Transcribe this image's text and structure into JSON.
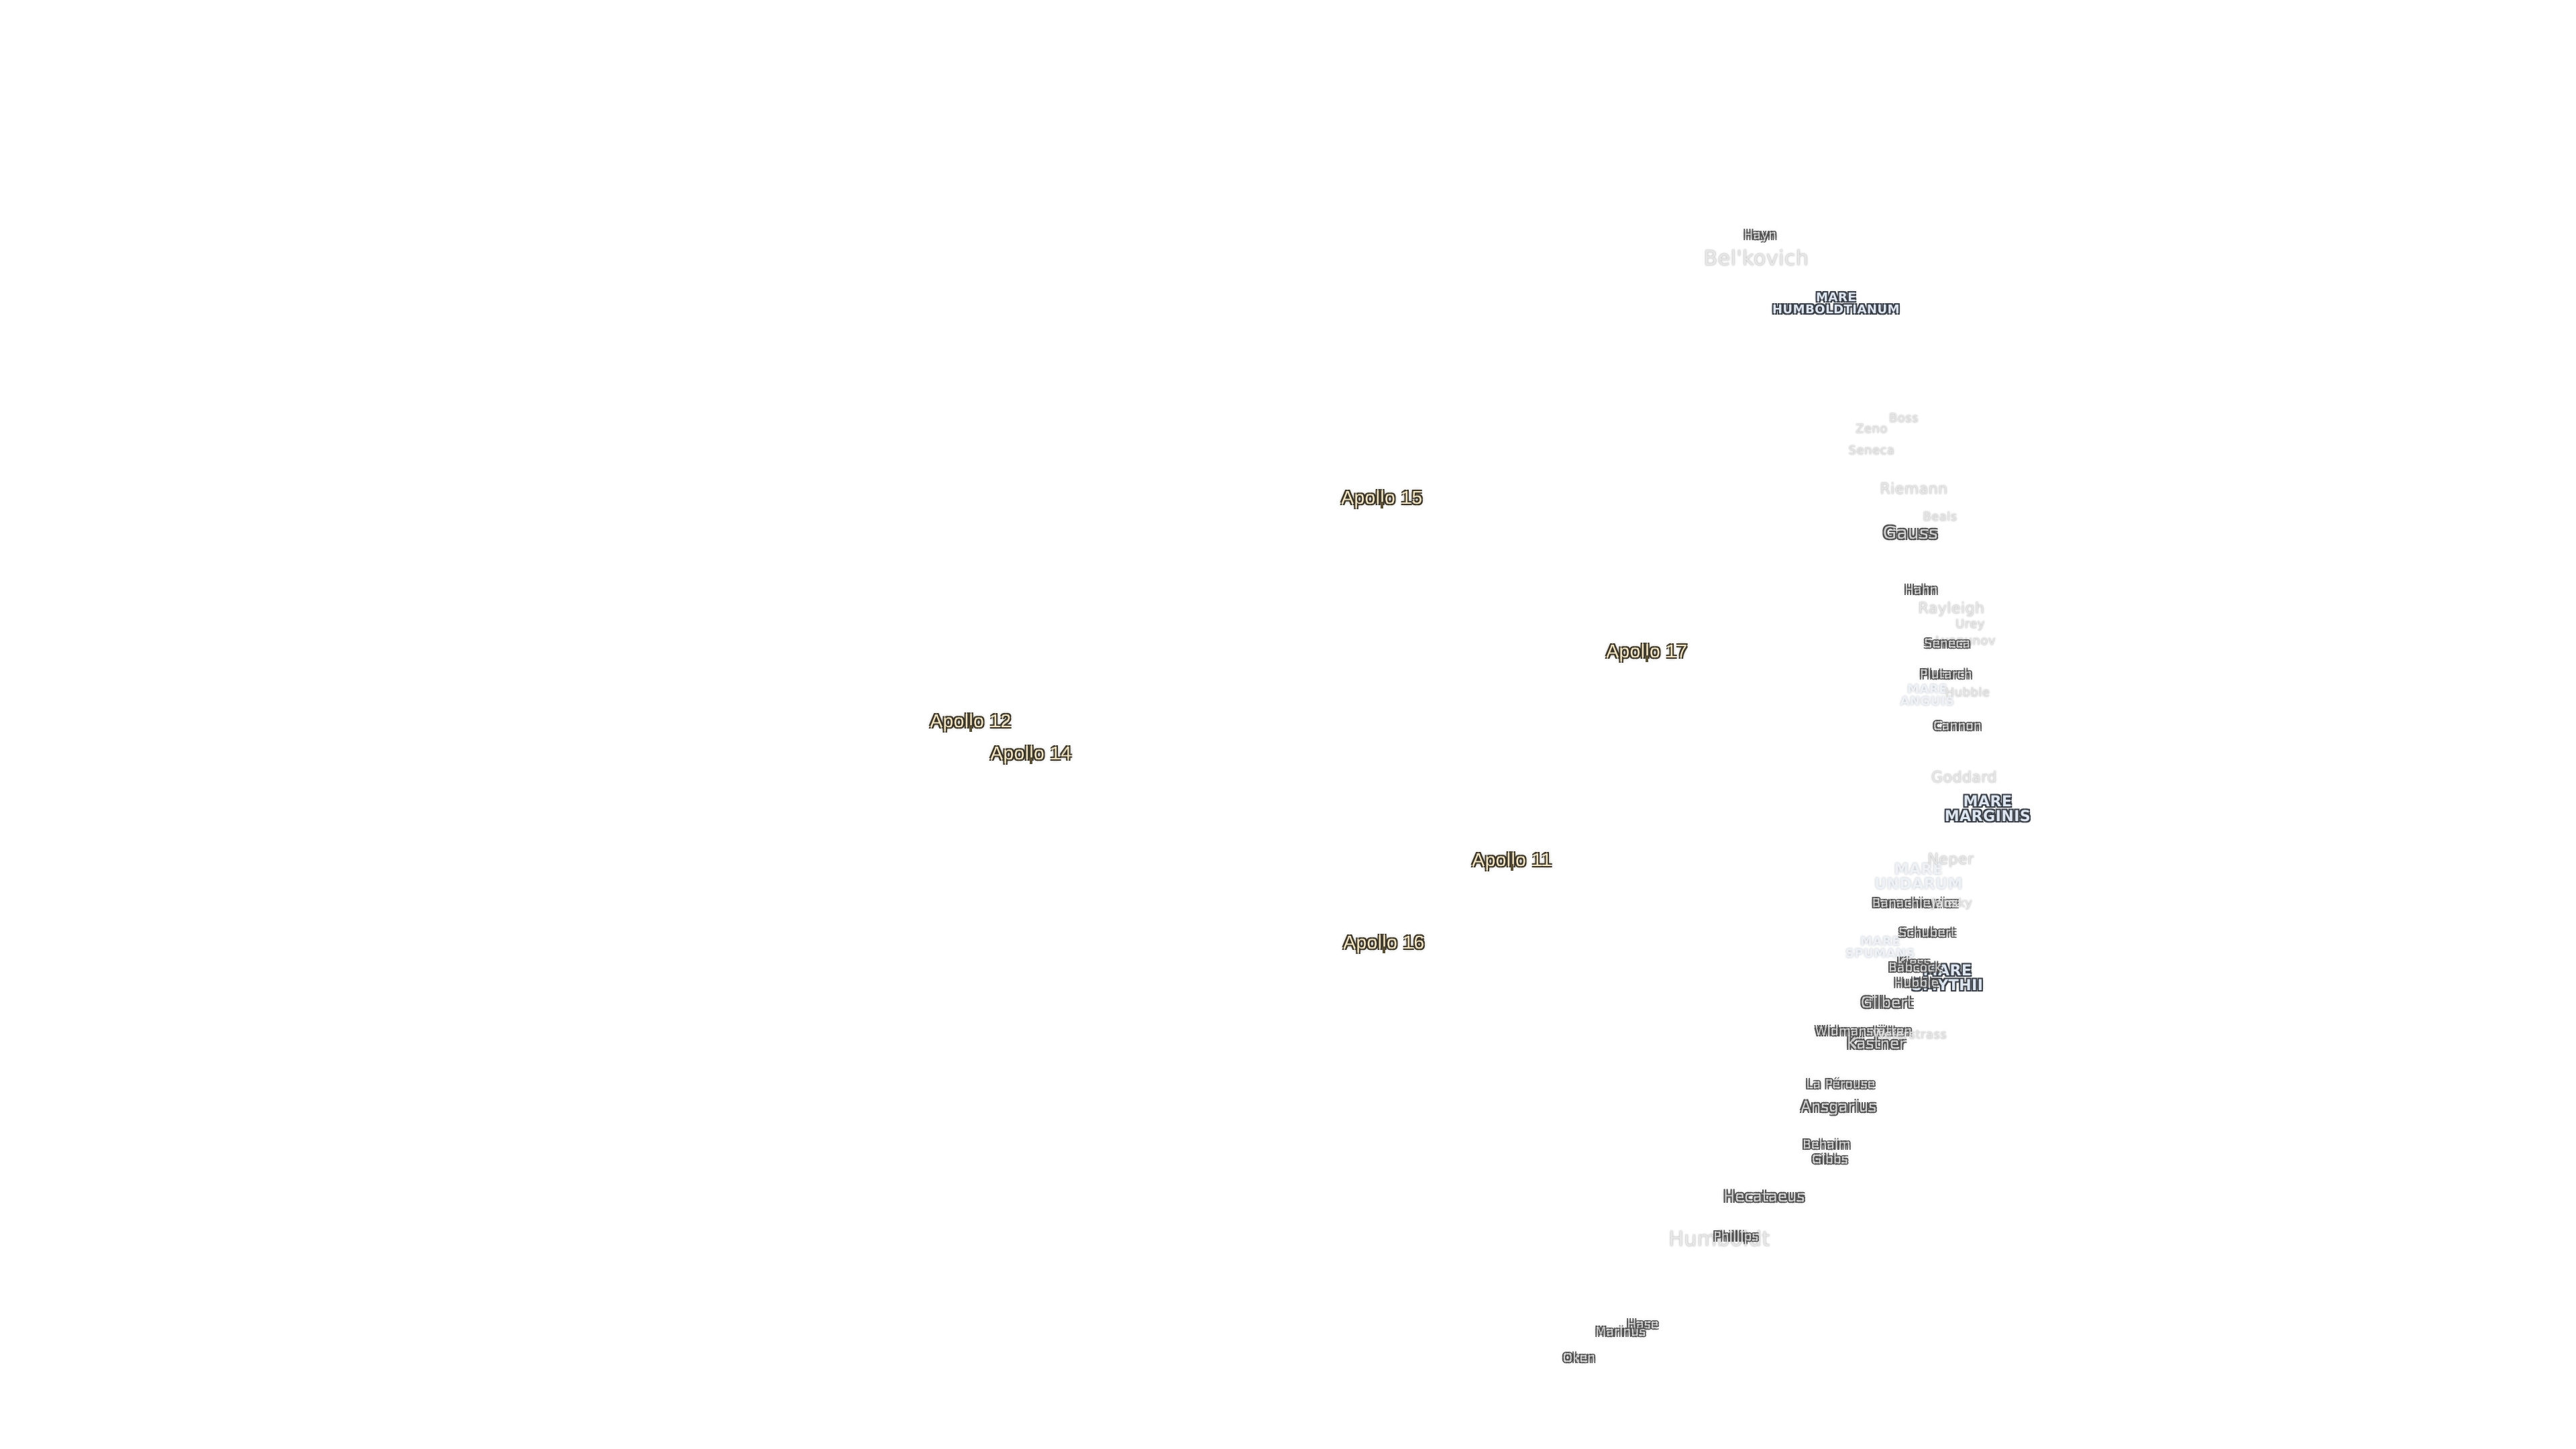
{
  "apollo_sites": [
    {
      "label": "Apollo 15"
    },
    {
      "label": "Apollo 17"
    },
    {
      "label": "Apollo 12"
    },
    {
      "label": "Apollo 14"
    },
    {
      "label": "Apollo 11"
    },
    {
      "label": "Apollo 16"
    }
  ],
  "maria": [
    {
      "label": "MARE\nHUMBOLDTIANUM"
    },
    {
      "label": "MARE\nANGUIS"
    },
    {
      "label": "MARE\nMARGINIS"
    },
    {
      "label": "MARE\nUNDARUM"
    },
    {
      "label": "MARE\nSPUMANS"
    },
    {
      "label": "MARE\nSMYTHII"
    }
  ],
  "craters": [
    {
      "label": "Hayn"
    },
    {
      "label": "Bel'kovich"
    },
    {
      "label": "Boss"
    },
    {
      "label": "Zeno"
    },
    {
      "label": "Seneca"
    },
    {
      "label": "Riemann"
    },
    {
      "label": "Beals"
    },
    {
      "label": "Gauss"
    },
    {
      "label": "Hahn"
    },
    {
      "label": "Rayleigh"
    },
    {
      "label": "Urey"
    },
    {
      "label": "Lyapunov"
    },
    {
      "label": "Seneca"
    },
    {
      "label": "Plutarch"
    },
    {
      "label": "Hubble"
    },
    {
      "label": "Cannon"
    },
    {
      "label": "Goddard"
    },
    {
      "label": "Neper"
    },
    {
      "label": "Banachiewicz"
    },
    {
      "label": "Jansky"
    },
    {
      "label": "Schubert"
    },
    {
      "label": "Kiess"
    },
    {
      "label": "Babcock"
    },
    {
      "label": "Hubble"
    },
    {
      "label": "Gilbert"
    },
    {
      "label": "Widmanstätten"
    },
    {
      "label": "Weierstrass"
    },
    {
      "label": "Kästner"
    },
    {
      "label": "La Pérouse"
    },
    {
      "label": "Ansgarius"
    },
    {
      "label": "Behaim"
    },
    {
      "label": "Gibbs"
    },
    {
      "label": "Hecataeus"
    },
    {
      "label": "Humboldt"
    },
    {
      "label": "Phillips"
    },
    {
      "label": "Hase"
    },
    {
      "label": "Marinus"
    },
    {
      "label": "Oken"
    }
  ]
}
